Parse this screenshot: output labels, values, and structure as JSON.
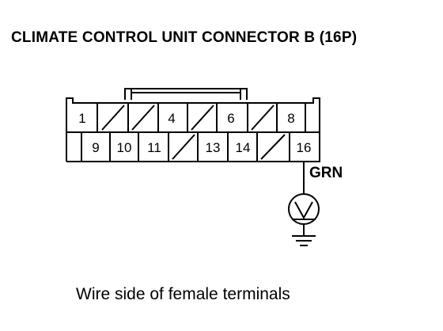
{
  "title": "CLIMATE CONTROL UNIT CONNECTOR B (16P)",
  "pins": {
    "p1": "1",
    "p4": "4",
    "p6": "6",
    "p8": "8",
    "p9": "9",
    "p10": "10",
    "p11": "11",
    "p13": "13",
    "p14": "14",
    "p16": "16"
  },
  "wire_color": "GRN",
  "meter_symbol": "V",
  "caption": "Wire side of female terminals"
}
